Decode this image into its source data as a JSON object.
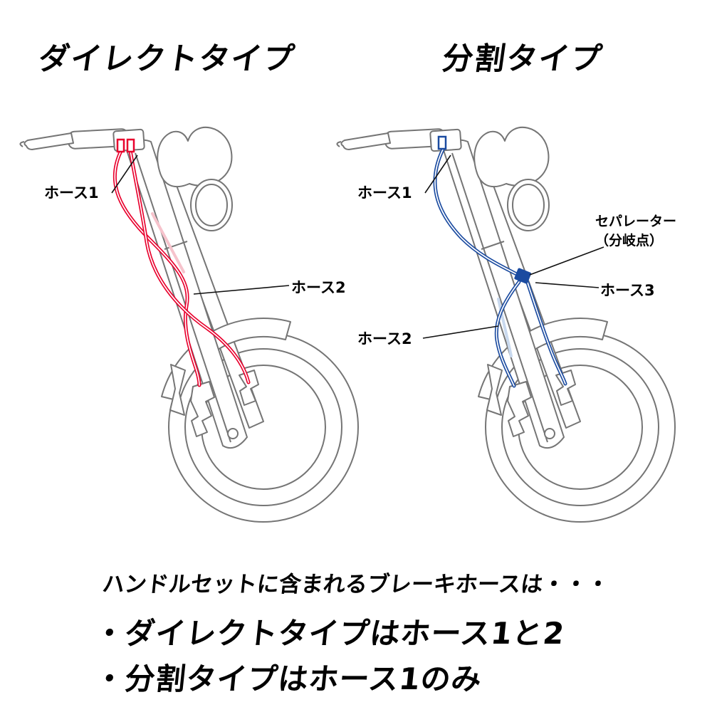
{
  "titles": {
    "direct": "ダイレクトタイプ",
    "split": "分割タイプ"
  },
  "labels": {
    "direct_hose1": "ホース1",
    "direct_hose2": "ホース2",
    "split_hose1": "ホース1",
    "split_separator_line1": "セパレーター",
    "split_separator_line2": "（分岐点）",
    "split_hose3": "ホース3",
    "split_hose2": "ホース2"
  },
  "footer": {
    "intro": "ハンドルセットに含まれるブレーキホースは・・・",
    "bullet_direct": "・ダイレクトタイプはホース1と2",
    "bullet_split": "・分割タイプはホース1のみ"
  },
  "colors": {
    "direct_hose": "#e8002d",
    "split_hose": "#1b4ba0",
    "outline": "#757575"
  }
}
